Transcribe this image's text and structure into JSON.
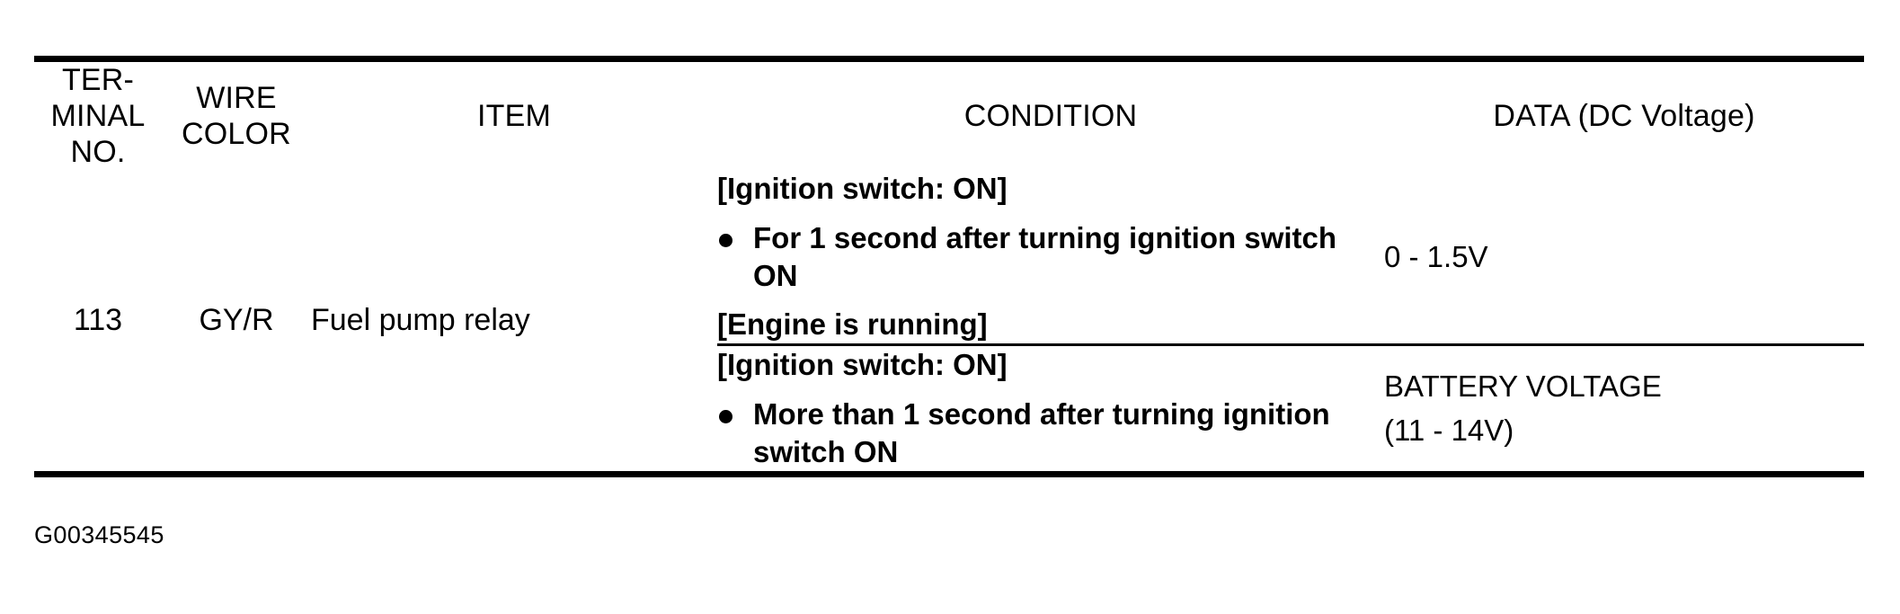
{
  "table": {
    "headers": [
      {
        "id": "terminal-no",
        "lines": [
          "TER-",
          "MINAL",
          "NO."
        ]
      },
      {
        "id": "wire-color",
        "lines": [
          "WIRE",
          "COLOR"
        ]
      },
      {
        "id": "item",
        "lines": [
          "ITEM"
        ]
      },
      {
        "id": "condition",
        "lines": [
          "CONDITION"
        ]
      },
      {
        "id": "data",
        "lines": [
          "DATA (DC Voltage)"
        ]
      }
    ],
    "rows": [
      {
        "terminal_no": "113",
        "wire_color": "GY/R",
        "item": "Fuel pump relay",
        "sub_rows": [
          {
            "condition_lines": [
              {
                "text": "[Ignition switch: ON]",
                "style": "bold",
                "bullet": false
              },
              {
                "text": "For 1 second after turning ignition switch ON",
                "style": "bold",
                "bullet": true
              },
              {
                "text": "[Engine is running]",
                "style": "bold",
                "bullet": false
              }
            ],
            "data_lines": [
              "0 - 1.5V"
            ]
          },
          {
            "condition_lines": [
              {
                "text": "[Ignition switch: ON]",
                "style": "bold",
                "bullet": false
              },
              {
                "text": "More than 1 second after turning ignition",
                "text2": "switch ON",
                "style": "bold",
                "bullet": true
              }
            ],
            "data_lines": [
              "BATTERY VOLTAGE",
              "(11 - 14V)"
            ]
          }
        ]
      }
    ]
  },
  "footer": {
    "code": "G00345545"
  }
}
